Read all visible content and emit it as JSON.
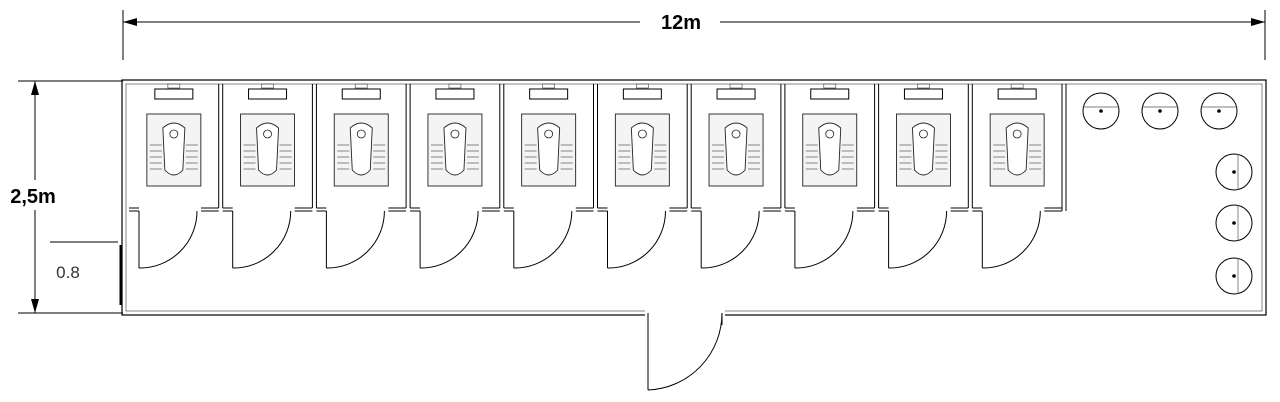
{
  "dimensions": {
    "length_label": "12m",
    "width_label": "2,5m",
    "corridor_label": "0.8"
  },
  "plan": {
    "toilet_stall_count": 10,
    "sink_count": 6,
    "stall_fixture_icon": "squat-toilet-icon",
    "sink_fixture_icon": "round-washbasin-icon",
    "entrance_icon": "entrance-door-icon"
  }
}
